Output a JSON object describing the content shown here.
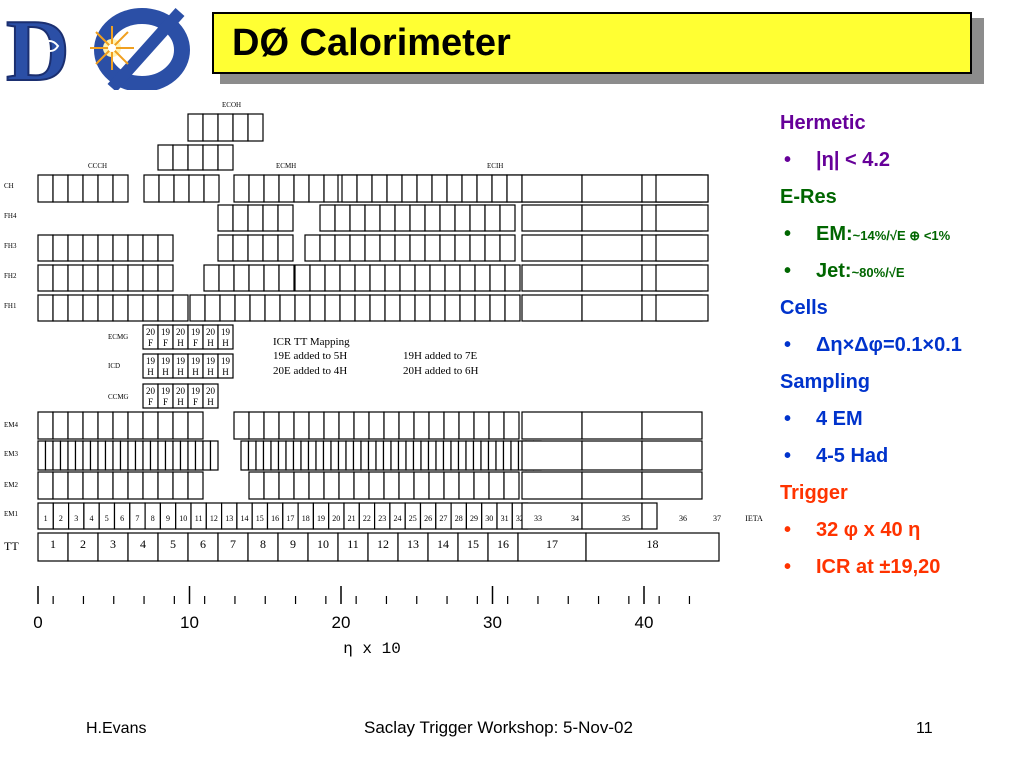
{
  "slide": {
    "title": "DØ Calorimeter",
    "footer_left": "H.Evans",
    "footer_center": "Saclay Trigger Workshop: 5-Nov-02",
    "page_number": "11"
  },
  "colors": {
    "title_bg": "#ffff33",
    "purple": "#660099",
    "green": "#006600",
    "blue": "#0033cc",
    "red": "#ff3300",
    "logo_blue": "#2b4fa6"
  },
  "icons": {
    "logo": "d0-experiment-logo"
  },
  "bullets": [
    {
      "kind": "header",
      "text": "Hermetic",
      "color": "purple"
    },
    {
      "kind": "item",
      "main": "|η| < 4.2",
      "color": "purple"
    },
    {
      "kind": "header",
      "text": "E-Res",
      "color": "green"
    },
    {
      "kind": "item",
      "main": "EM:",
      "small": "~14%/√E ⊕ <1%",
      "color": "green"
    },
    {
      "kind": "item",
      "main": "Jet:",
      "small": "~80%/√E",
      "color": "green"
    },
    {
      "kind": "header",
      "text": "Cells",
      "color": "blue"
    },
    {
      "kind": "item",
      "main": "Δη×Δφ=0.1×0.1",
      "color": "blue"
    },
    {
      "kind": "header",
      "text": "Sampling",
      "color": "blue"
    },
    {
      "kind": "item",
      "main": "4 EM",
      "color": "blue"
    },
    {
      "kind": "item",
      "main": "4-5 Had",
      "color": "blue"
    },
    {
      "kind": "header",
      "text": "Trigger",
      "color": "red"
    },
    {
      "kind": "item",
      "main": "32 φ x 40 η",
      "color": "red"
    },
    {
      "kind": "item",
      "main": "ICR at ±19,20",
      "color": "red"
    }
  ],
  "diagram": {
    "section_labels": {
      "ecoh": "ECOH",
      "ccch": "CCCH",
      "ecmh": "ECMH",
      "ecih": "ECIH"
    },
    "layer_labels": [
      "CH",
      "FH4",
      "FH3",
      "FH2",
      "FH1",
      "EM4",
      "EM3",
      "EM2",
      "EM1",
      "TT"
    ],
    "icr_labels": [
      "ECMG",
      "ICD",
      "CCMG"
    ],
    "icr_text": [
      "ICR  TT Mapping",
      "19E added to 5H",
      "20E added to 4H",
      "19H added to 7E",
      "20H added to 6H"
    ],
    "ecmg_cells": [
      [
        "20",
        "F"
      ],
      [
        "19",
        "F"
      ],
      [
        "20",
        "H"
      ],
      [
        "19",
        "F"
      ],
      [
        "20",
        "H"
      ],
      [
        "19",
        "H"
      ]
    ],
    "icd_cells": [
      [
        "19",
        "H"
      ],
      [
        "19",
        "H"
      ],
      [
        "19",
        "H"
      ],
      [
        "19",
        "H"
      ],
      [
        "19",
        "H"
      ],
      [
        "19",
        "H"
      ]
    ],
    "ccmg_cells": [
      [
        "20",
        "F"
      ],
      [
        "19",
        "F"
      ],
      [
        "20",
        "H"
      ],
      [
        "19",
        "F"
      ],
      [
        "20",
        "H"
      ]
    ],
    "em1_numbers": [
      "1",
      "2",
      "3",
      "4",
      "5",
      "6",
      "7",
      "8",
      "9",
      "10",
      "11",
      "12",
      "13",
      "14",
      "15",
      "16",
      "17",
      "18",
      "19",
      "20",
      "21",
      "22",
      "23",
      "24",
      "25",
      "26",
      "27",
      "28",
      "29",
      "30",
      "31",
      "32",
      "33",
      "34",
      "35",
      "36",
      "37",
      "IETA"
    ],
    "tt_numbers": [
      "1",
      "2",
      "3",
      "4",
      "5",
      "6",
      "7",
      "8",
      "9",
      "10",
      "11",
      "12",
      "13",
      "14",
      "15",
      "16",
      "17",
      "18"
    ],
    "axis_ticks": [
      "0",
      "10",
      "20",
      "30",
      "40"
    ],
    "axis_label": "η x 10"
  }
}
